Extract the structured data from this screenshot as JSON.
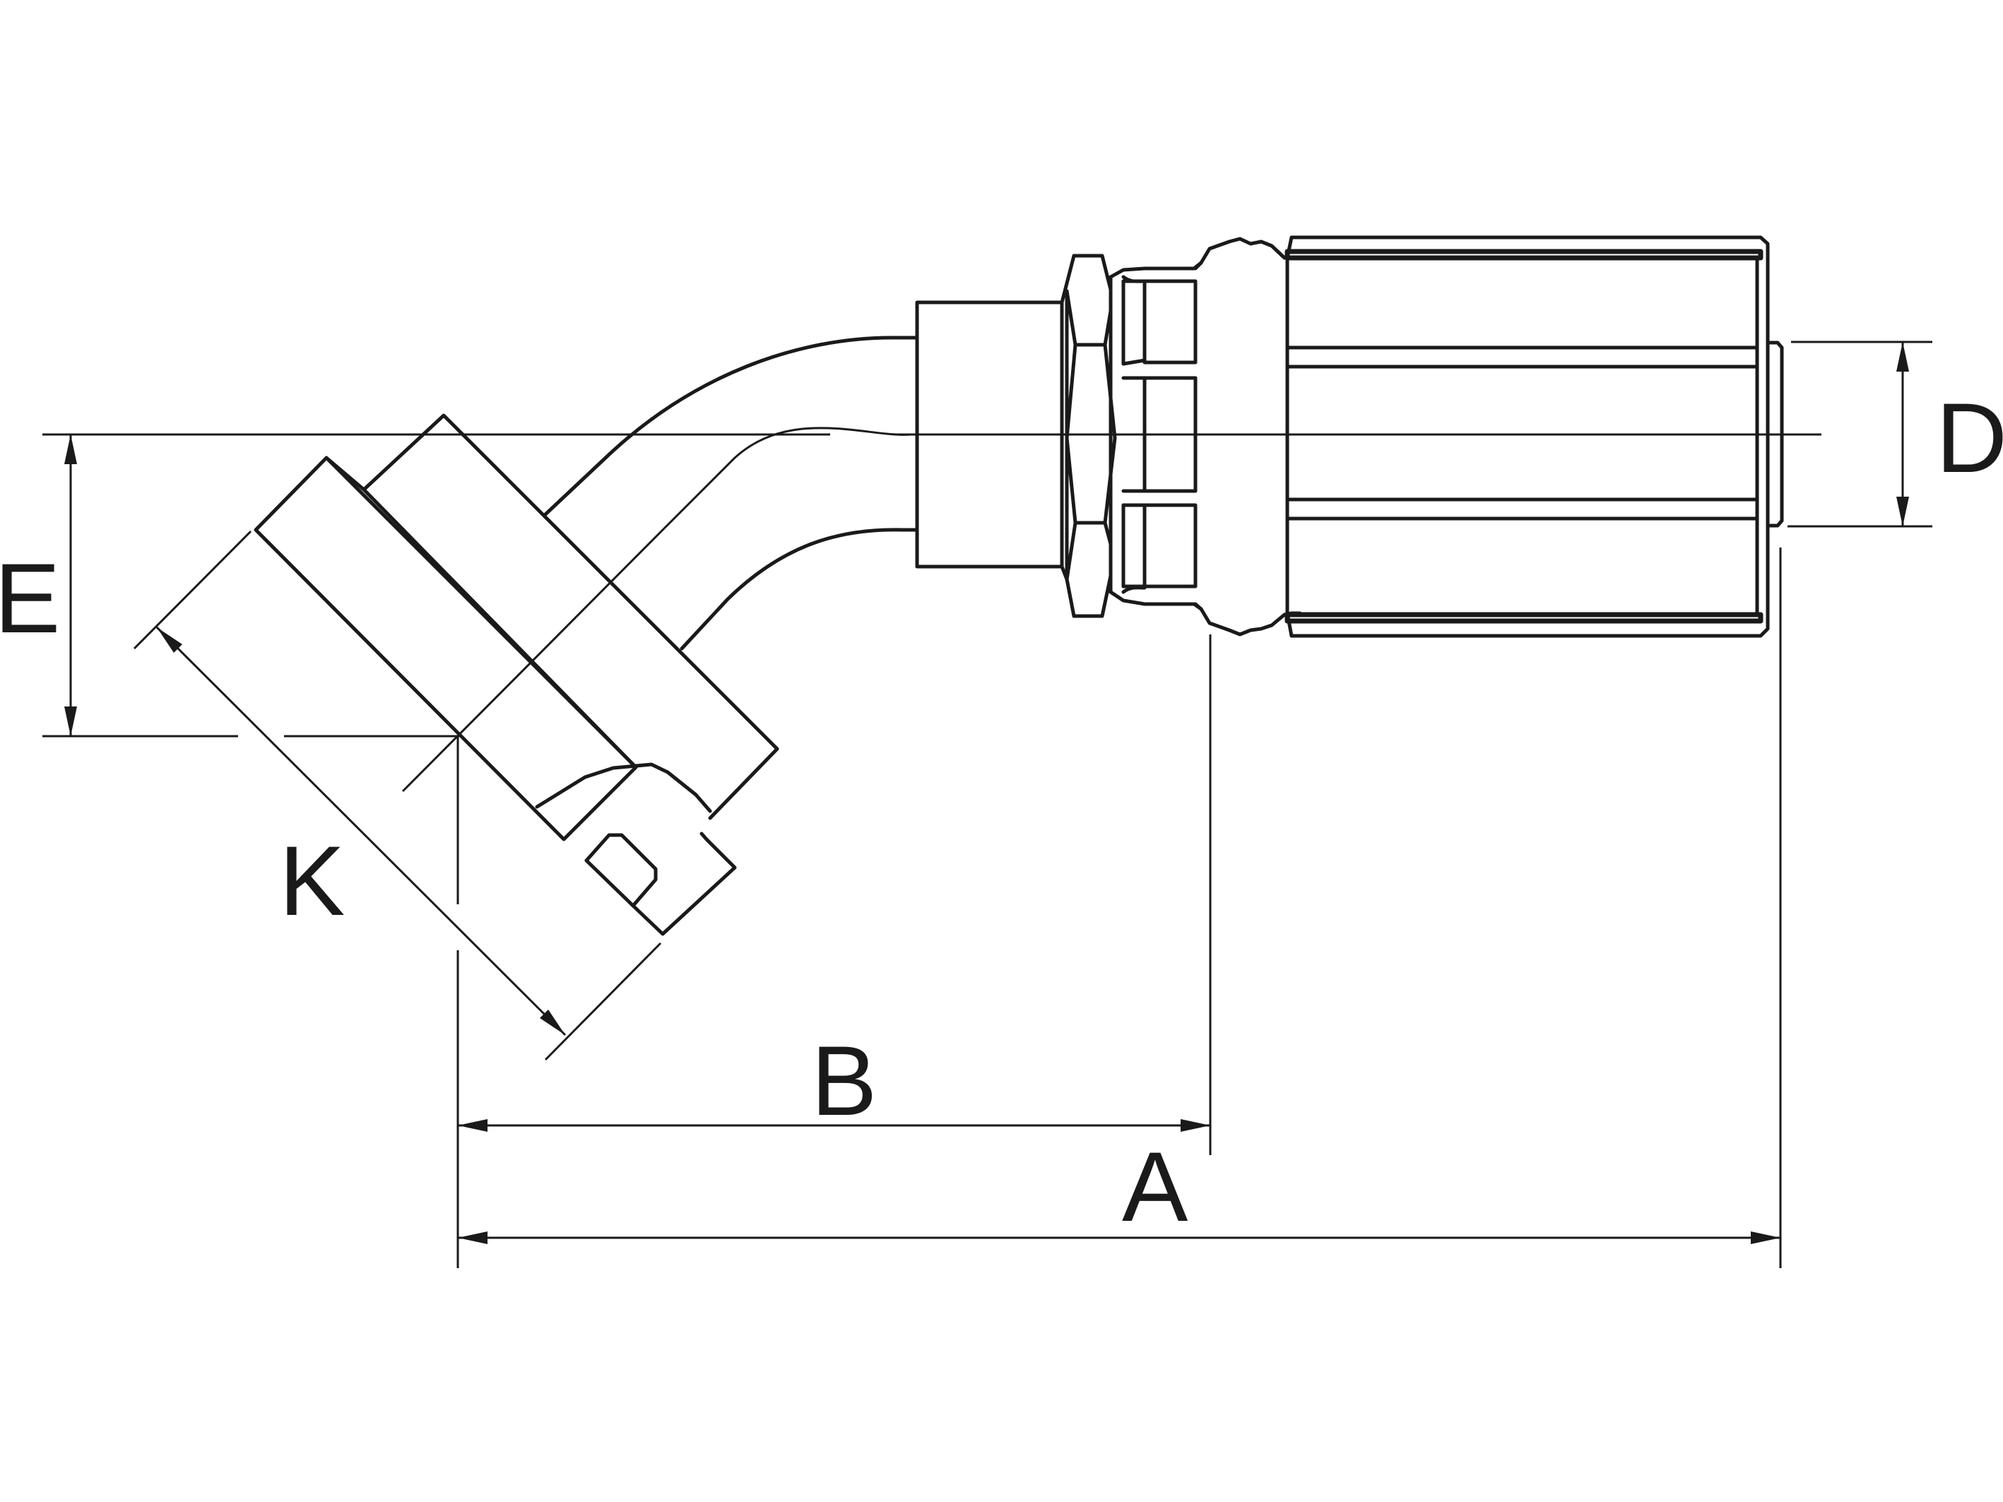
{
  "dimension_labels": {
    "a": "A",
    "b": "B",
    "d": "D",
    "e": "E",
    "k": "K"
  }
}
